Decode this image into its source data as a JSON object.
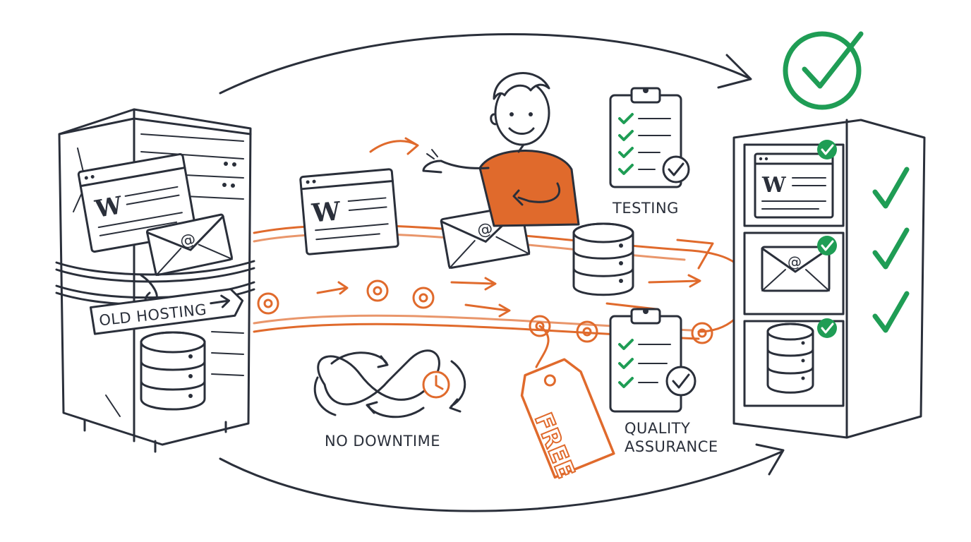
{
  "labels": {
    "old_hosting": "OLD HOSTING",
    "testing": "TESTING",
    "no_downtime": "NO DOWNTIME",
    "quality": "QUALITY",
    "assurance": "ASSURANCE",
    "free_tag": "FREE"
  },
  "icons": {
    "wordpress_letter": "W",
    "email_symbol": "@"
  },
  "colors": {
    "ink": "#2a2f3a",
    "accent": "#e06a2c",
    "success": "#1f9d55"
  }
}
